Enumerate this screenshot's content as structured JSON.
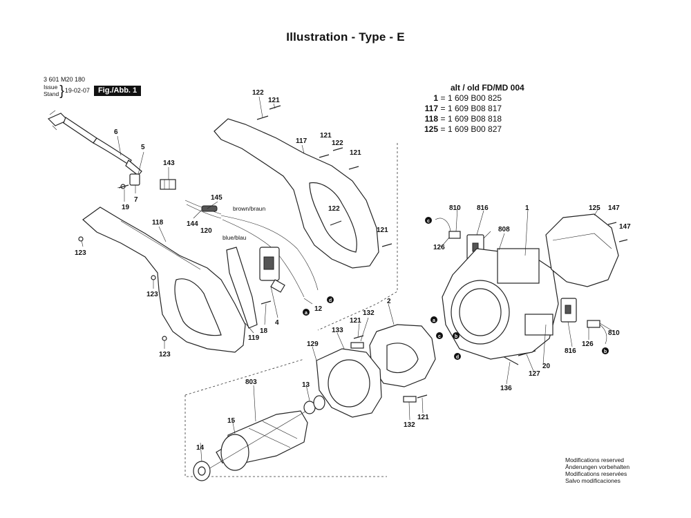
{
  "title": "Illustration - Type - E",
  "header": {
    "part_number": "3 601 M20 180",
    "issue_label": "Issue",
    "stand_label": "Stand",
    "date": "19-02-07",
    "figure": "Fig./Abb. 1"
  },
  "alt_old": {
    "heading": "alt / old  FD/MD 004",
    "rows": [
      {
        "key": "1",
        "value": "1 609 B00 825"
      },
      {
        "key": "117",
        "value": "1 609 B08 817"
      },
      {
        "key": "118",
        "value": "1 609 B08 818"
      },
      {
        "key": "125",
        "value": "1 609 B00 827"
      }
    ]
  },
  "modifications": [
    "Modifications reserved",
    "Änderungen vorbehalten",
    "Modifications reservées",
    "Salvo modificaciones"
  ],
  "wire_labels": {
    "brown": "brown/braun",
    "blue": "blue/blau"
  },
  "labels": {
    "l122a": "122",
    "l121a": "121",
    "l117": "117",
    "l121b": "121",
    "l122b": "122",
    "l121c": "121",
    "l12a": "12",
    "l122c": "122",
    "l121d": "121",
    "l6": "6",
    "l5": "5",
    "l143": "143",
    "l19": "19",
    "l7": "7",
    "l145": "145",
    "l144": "144",
    "l120": "120",
    "l118": "118",
    "l123a": "123",
    "l123b": "123",
    "l123c": "123",
    "l18": "18",
    "l4": "4",
    "l119": "119",
    "l12b": "12",
    "l810a": "810",
    "l816a": "816",
    "l1": "1",
    "l125": "125",
    "l147a": "147",
    "l147b": "147",
    "l808": "808",
    "l126a": "126",
    "l816b": "816",
    "l126b": "126",
    "l810b": "810",
    "l20": "20",
    "l127": "127",
    "l136": "136",
    "l2": "2",
    "l121e": "121",
    "l132a": "132",
    "l133": "133",
    "l129": "129",
    "l803": "803",
    "l13": "13",
    "l15": "15",
    "l14": "14",
    "l132b": "132",
    "l121f": "121"
  },
  "tags": {
    "a": "a",
    "b": "b",
    "c": "c",
    "d": "d"
  }
}
